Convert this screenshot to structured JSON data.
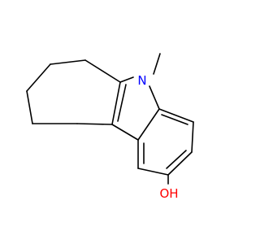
{
  "molecule": {
    "atoms": [
      {
        "name": "atom-label-n",
        "text": "N",
        "color": "#0000ff"
      },
      {
        "name": "atom-label-oh",
        "text": "OH",
        "color": "#ff0000"
      }
    ]
  }
}
